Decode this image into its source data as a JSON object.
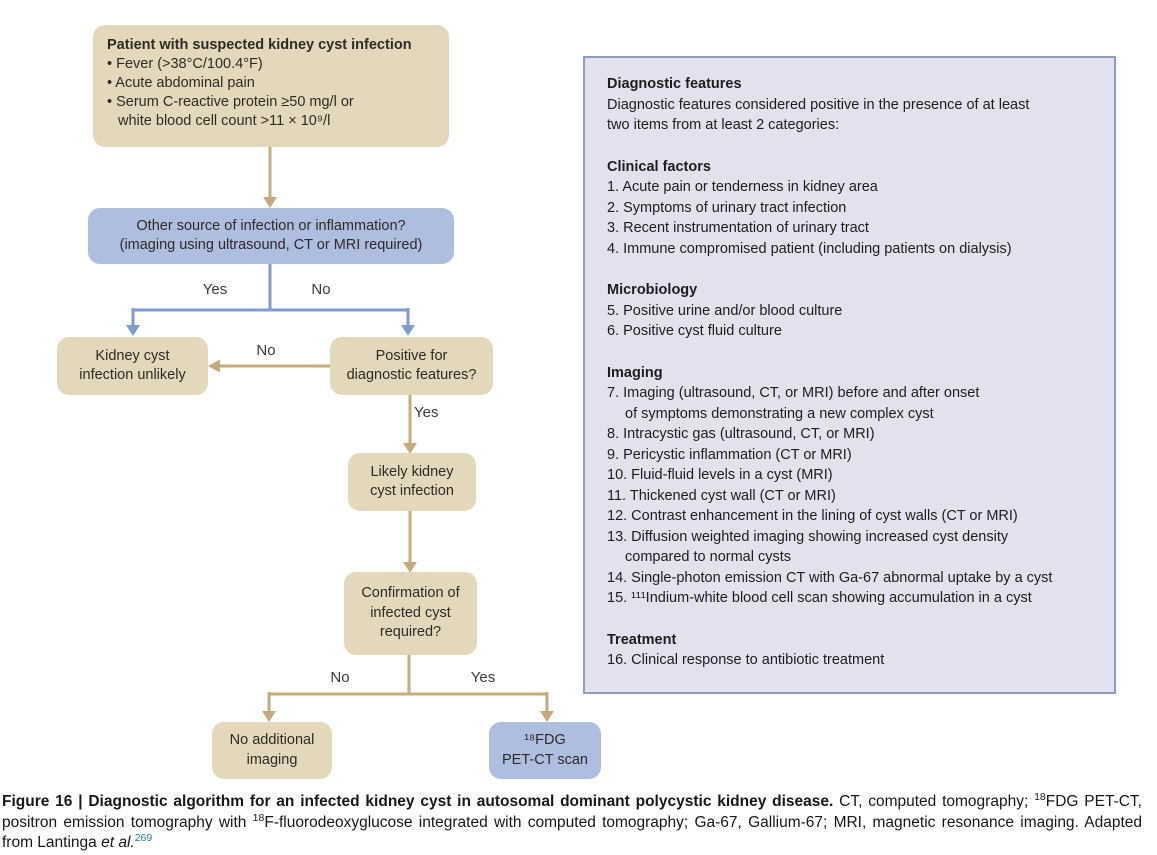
{
  "flowchart": {
    "start_box": {
      "title": "Patient with suspected kidney cyst infection",
      "bullets": [
        "• Fever (>38°C/100.4°F)",
        "• Acute abdominal pain",
        "• Serum C-reactive protein ≥50 mg/l or\nwhite blood cell count >11 × 10⁹/l"
      ]
    },
    "other_source_box": {
      "lines": [
        "Other source of infection or inflammation?",
        "(imaging using ultrasound, CT or MRI required)"
      ]
    },
    "unlikely_box": {
      "lines": [
        "Kidney cyst",
        "infection unlikely"
      ]
    },
    "positive_features_box": {
      "lines": [
        "Positive for",
        "diagnostic features?"
      ]
    },
    "likely_box": {
      "lines": [
        "Likely kidney",
        "cyst infection"
      ]
    },
    "confirmation_box": {
      "lines": [
        "Confirmation of",
        "infected cyst",
        "required?"
      ]
    },
    "no_imaging_box": {
      "lines": [
        "No additional",
        "imaging"
      ]
    },
    "petct_box": {
      "lines": [
        "¹⁸FDG",
        "PET-CT scan"
      ]
    },
    "labels": {
      "other_source_yes": "Yes",
      "other_source_no": "No",
      "features_no": "No",
      "features_yes": "Yes",
      "confirmation_no": "No",
      "confirmation_yes": "Yes"
    }
  },
  "panel": {
    "title": "Diagnostic features",
    "intro": "Diagnostic features considered positive in the presence of at least\ntwo items from at least 2 categories:",
    "sections": [
      {
        "heading": "Clinical factors",
        "items": [
          "1. Acute pain or tenderness in kidney area",
          "2. Symptoms of urinary tract infection",
          "3. Recent instrumentation of urinary tract",
          "4. Immune compromised patient (including patients on dialysis)"
        ]
      },
      {
        "heading": "Microbiology",
        "items": [
          "5. Positive urine and/or blood culture",
          "6. Positive cyst fluid culture"
        ]
      },
      {
        "heading": "Imaging",
        "items": [
          "7. Imaging (ultrasound, CT, or MRI) before and after onset\nof symptoms demonstrating a new complex cyst",
          "8. Intracystic gas (ultrasound, CT, or MRI)",
          "9. Pericystic inflammation (CT or MRI)",
          "10. Fluid-fluid levels in a cyst (MRI)",
          "11. Thickened cyst wall (CT or MRI)",
          "12. Contrast enhancement in the lining of cyst walls (CT or MRI)",
          "13. Diffusion weighted imaging showing increased cyst density\ncompared to normal cysts",
          "14. Single-photon emission CT with Ga-67 abnormal uptake by a cyst",
          "15. ¹¹¹Indium-white blood cell scan showing accumulation in a cyst"
        ]
      },
      {
        "heading": "Treatment",
        "items": [
          "16. Clinical response to antibiotic treatment"
        ]
      }
    ]
  },
  "caption": {
    "bold": "Figure 16 | Diagnostic algorithm for an infected kidney cyst in autosomal dominant polycystic kidney disease.",
    "normal_1": " CT, computed tomography; ",
    "sup_1": "18",
    "normal_2": "FDG PET-CT, positron emission tomography with ",
    "sup_2": "18",
    "normal_3": "F-fluorodeoxyglucose integrated with computed tomography; Ga-67, Gallium-67; MRI, magnetic resonance imaging. Adapted from Lantinga ",
    "italic": "et al.",
    "ref_sup": "269"
  },
  "colors": {
    "tan_box_fill": "#e4d8bc",
    "blue_box_fill": "#afbddf",
    "tan_arrow": "#c3ab7e",
    "blue_arrow": "#7e9ace",
    "panel_background": "#e1e2ed",
    "panel_border": "#8e9cbe",
    "reference_link": "#2878b8"
  }
}
